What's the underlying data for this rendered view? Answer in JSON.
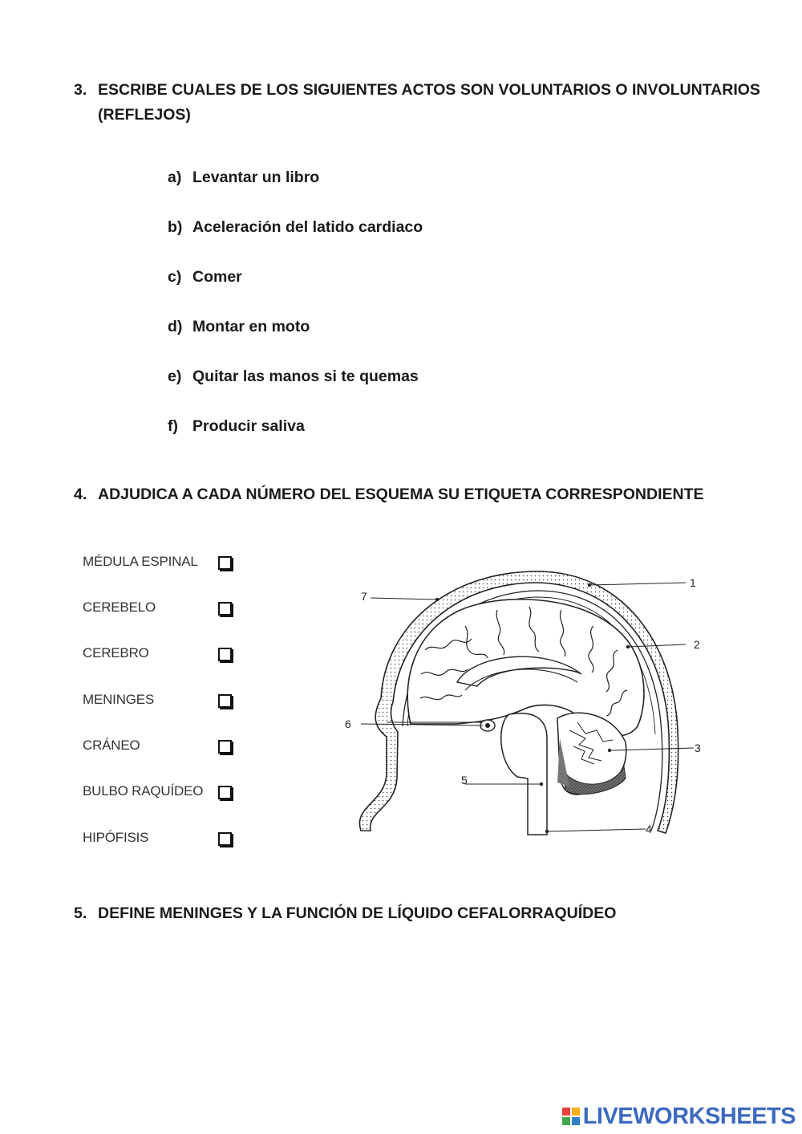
{
  "q3": {
    "number": "3.",
    "text": "ESCRIBE CUALES DE LOS SIGUIENTES ACTOS SON VOLUNTARIOS O INVOLUNTARIOS (REFLEJOS)",
    "items": [
      {
        "letter": "a)",
        "text": "Levantar un libro"
      },
      {
        "letter": "b)",
        "text": "Aceleración del latido cardiaco"
      },
      {
        "letter": "c)",
        "text": "Comer"
      },
      {
        "letter": "d)",
        "text": "Montar en moto"
      },
      {
        "letter": "e)",
        "text": "Quitar las manos si te quemas"
      },
      {
        "letter": "f)",
        "text": "Producir saliva"
      }
    ]
  },
  "q4": {
    "number": "4.",
    "text": "ADJUDICA A CADA NÚMERO DEL ESQUEMA SU ETIQUETA CORRESPONDIENTE",
    "labels": [
      "MÉDULA ESPINAL",
      "CEREBELO",
      "CEREBRO",
      "MENINGES",
      "CRÁNEO",
      "BULBO RAQUÍDEO",
      "HIPÓFISIS"
    ],
    "diagram_numbers": [
      "1",
      "2",
      "3",
      "4",
      "5",
      "6",
      "7"
    ]
  },
  "q5": {
    "number": "5.",
    "text": "DEFINE MENINGES Y LA FUNCIÓN DE LÍQUIDO CEFALORRAQUÍDEO"
  },
  "brand": {
    "text": "LIVEWORKSHEETS",
    "color": "#3d6abf",
    "block_colors": [
      "#e8403a",
      "#f6b21a",
      "#41a84a",
      "#2f80c9"
    ]
  }
}
